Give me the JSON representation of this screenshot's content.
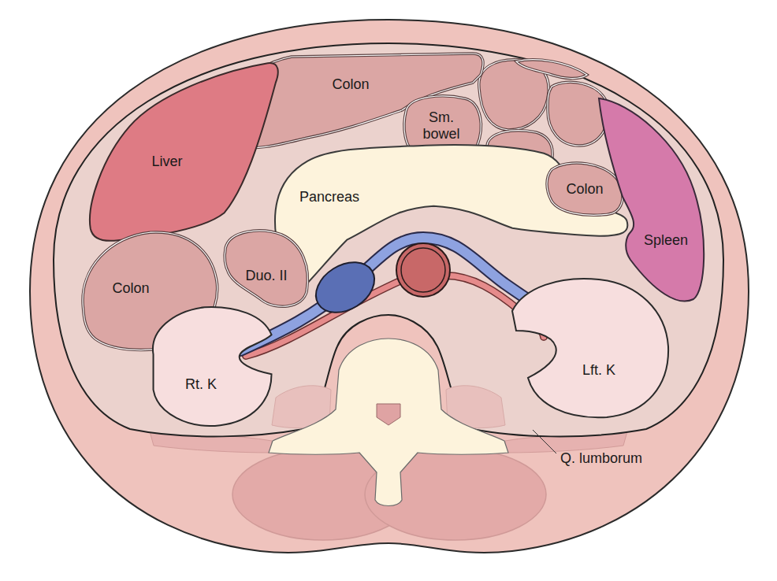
{
  "diagram": {
    "nodes": [
      {
        "text": [
          "Colon"
        ]
      },
      {
        "text": [
          "Sm. bowel"
        ]
      },
      {
        "text": [
          "Liver"
        ]
      },
      {
        "text": [
          "Pancreas"
        ]
      },
      {
        "text": [
          "Colon"
        ]
      },
      {
        "text": [
          "Spleen"
        ]
      },
      {
        "text": [
          "Duo. II"
        ]
      },
      {
        "text": [
          "Colon"
        ]
      },
      {
        "text": [
          "Rt. K"
        ]
      },
      {
        "text": [
          "Lft. K"
        ]
      }
    ],
    "labels": [
      "Q. lumborum"
    ]
  }
}
